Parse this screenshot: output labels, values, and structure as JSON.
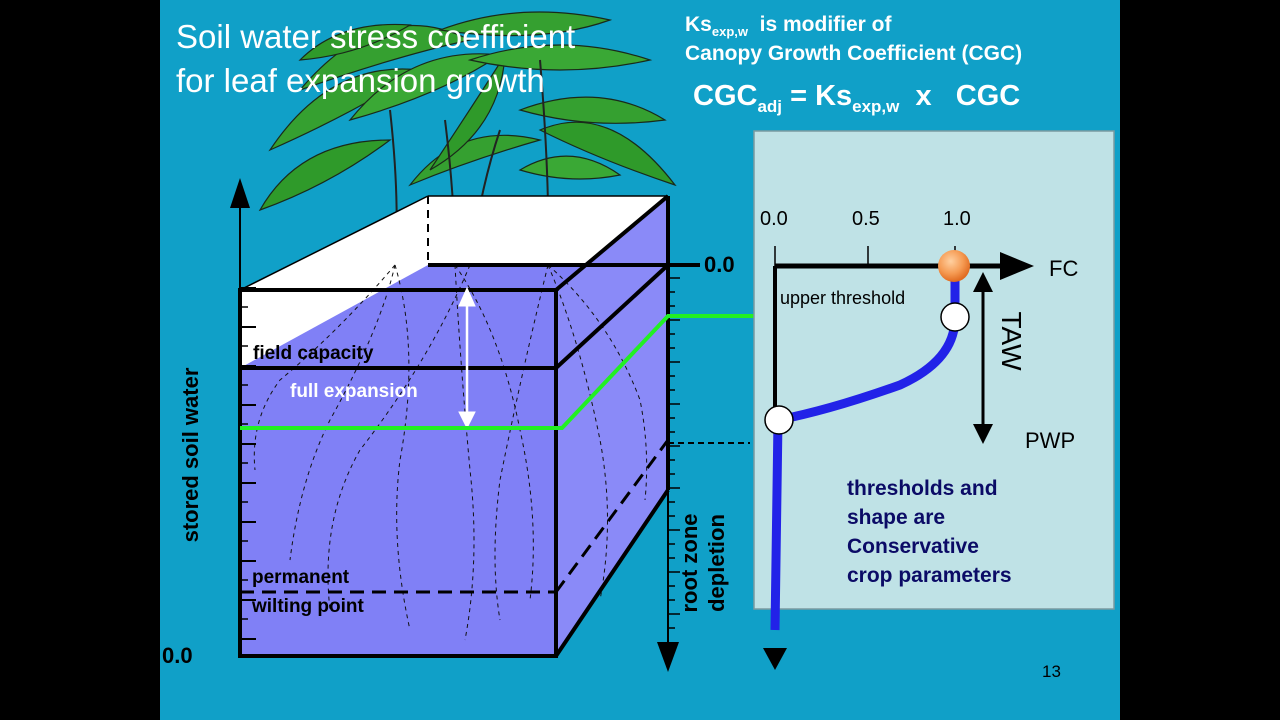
{
  "slide": {
    "title_line1": "Soil water stress coefficient",
    "title_line2": "for leaf expansion growth",
    "header_line1_main": "Ks",
    "header_line1_sub": "exp,w",
    "header_line1_rest": "  is modifier of",
    "header_line2": "Canopy Growth Coefficient (CGC)",
    "equation": {
      "lhs": "CGC",
      "lhs_sub": "adj",
      "eq": " = Ks",
      "ks_sub": "exp,w",
      "op": "  x   CGC"
    },
    "page_number": "13",
    "colors": {
      "background": "#10a0c8",
      "panel": "#bfe2e6",
      "soil": "#8080f6",
      "green_line": "#22f022",
      "curve": "#2222e8"
    }
  },
  "soil_box": {
    "y_axis_label": "stored soil water",
    "y_axis_zero": "0.0",
    "field_capacity": "field capacity",
    "full_expansion": "full expansion",
    "permanent": "permanent",
    "wilting_point": "wilting point",
    "top_zero": "0.0",
    "depletion_line1": "root zone",
    "depletion_line2": "depletion"
  },
  "stress_panel": {
    "tick_labels": [
      "0.0",
      "0.5",
      "1.0"
    ],
    "fc": "FC",
    "pwp": "PWP",
    "taw": "TAW",
    "upper_threshold": "upper threshold",
    "note_lines": [
      "thresholds and",
      "shape are",
      "Conservative",
      "crop parameters"
    ]
  }
}
